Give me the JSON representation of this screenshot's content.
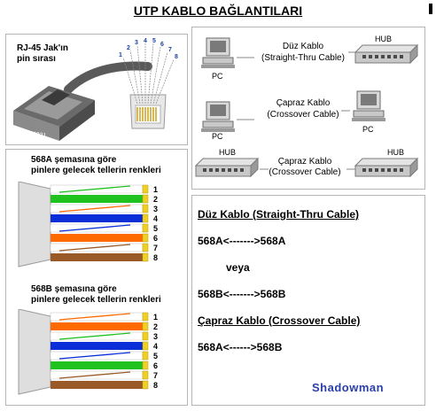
{
  "title": "UTP KABLO BAĞLANTILARI",
  "rj45": {
    "label_line1": "RJ-45 Jak'ın",
    "label_line2": "pin sırası",
    "pin_numbers": [
      "1",
      "2",
      "3",
      "4",
      "5",
      "6",
      "7",
      "8"
    ],
    "connector_print": "87654321"
  },
  "connections": [
    {
      "left_device": "PC",
      "right_device": "HUB",
      "line1": "Düz Kablo",
      "line2": "(Straight-Thru Cable)"
    },
    {
      "left_device": "PC",
      "right_device": "PC",
      "line1": "Çapraz Kablo",
      "line2": "(Crossover Cable)"
    },
    {
      "left_device": "HUB",
      "right_device": "HUB",
      "line1": "Çapraz Kablo",
      "line2": "(Crossover Cable)"
    }
  ],
  "t568a": {
    "heading_line1": "568A şemasına göre",
    "heading_line2": "pinlere gelecek tellerin renkleri",
    "wires": [
      "green-white",
      "green",
      "orange-white",
      "blue",
      "blue-white",
      "orange",
      "brown-white",
      "brown"
    ]
  },
  "t568b": {
    "heading_line1": "568B şemasına göre",
    "heading_line2": "pinlere gelecek tellerin renkleri",
    "wires": [
      "orange-white",
      "orange",
      "green-white",
      "blue",
      "blue-white",
      "green",
      "brown-white",
      "brown"
    ]
  },
  "wire_numbers": [
    "1",
    "2",
    "3",
    "4",
    "5",
    "6",
    "7",
    "8"
  ],
  "colors": {
    "green": "#1fc21f",
    "orange": "#ff6a00",
    "blue": "#0a2fd9",
    "brown": "#9a5a28",
    "sheath": "#dedede",
    "gold": "#f0d020"
  },
  "summary": {
    "straight_heading": "Düz Kablo (Straight-Thru Cable)",
    "straight_rule": "568A<------->568A",
    "or": "veya",
    "straight_rule_alt": "568B<------->568B",
    "cross_heading": "Çapraz Kablo (Crossover Cable)",
    "cross_rule": "568A<------>568B"
  },
  "signature": "Shadowman"
}
